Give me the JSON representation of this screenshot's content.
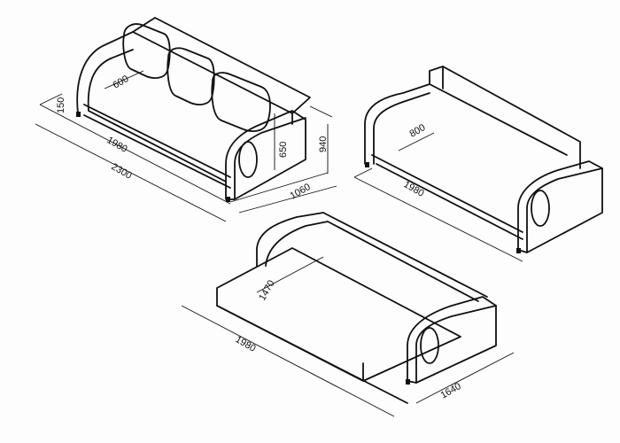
{
  "drawings": {
    "sofa_assembled": {
      "seat_depth": "600",
      "leg_height": "150",
      "seat_width": "1980",
      "overall_width": "2300",
      "arm_height": "650",
      "overall_height": "940",
      "overall_depth": "1060"
    },
    "sofa_back_folded": {
      "seat_depth": "800",
      "seat_width": "1980"
    },
    "sofa_bed": {
      "bed_depth": "1470",
      "bed_width": "1980",
      "overall_depth": "1640"
    }
  }
}
